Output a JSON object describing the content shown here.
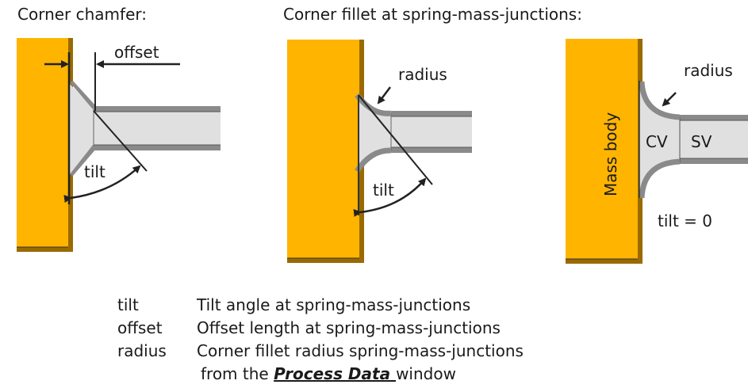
{
  "titles": {
    "chamfer": "Corner chamfer:",
    "fillet": "Corner fillet at spring-mass-junctions:"
  },
  "diagram_labels": {
    "offset": "offset",
    "tilt": "tilt",
    "radius": "radius",
    "mass_body": "Mass body",
    "cv": "CV",
    "sv": "SV",
    "tilt_zero": "tilt = 0"
  },
  "colors": {
    "mass": "#FFB400",
    "mass_edge": "#9A6A00",
    "volume_fill": "#E0E0E0",
    "shell": "#8A8A8A",
    "line": "#222222"
  },
  "legend": {
    "rows": [
      {
        "key": "tilt",
        "desc": "Tilt angle at spring-mass-junctions"
      },
      {
        "key": "offset",
        "desc": "Offset length at spring-mass-junctions"
      },
      {
        "key": "radius",
        "desc": "Corner fillet radius spring-mass-junctions"
      }
    ],
    "continuation_prefix": "from the ",
    "continuation_emphasis": "Process Data ",
    "continuation_suffix": "window"
  }
}
